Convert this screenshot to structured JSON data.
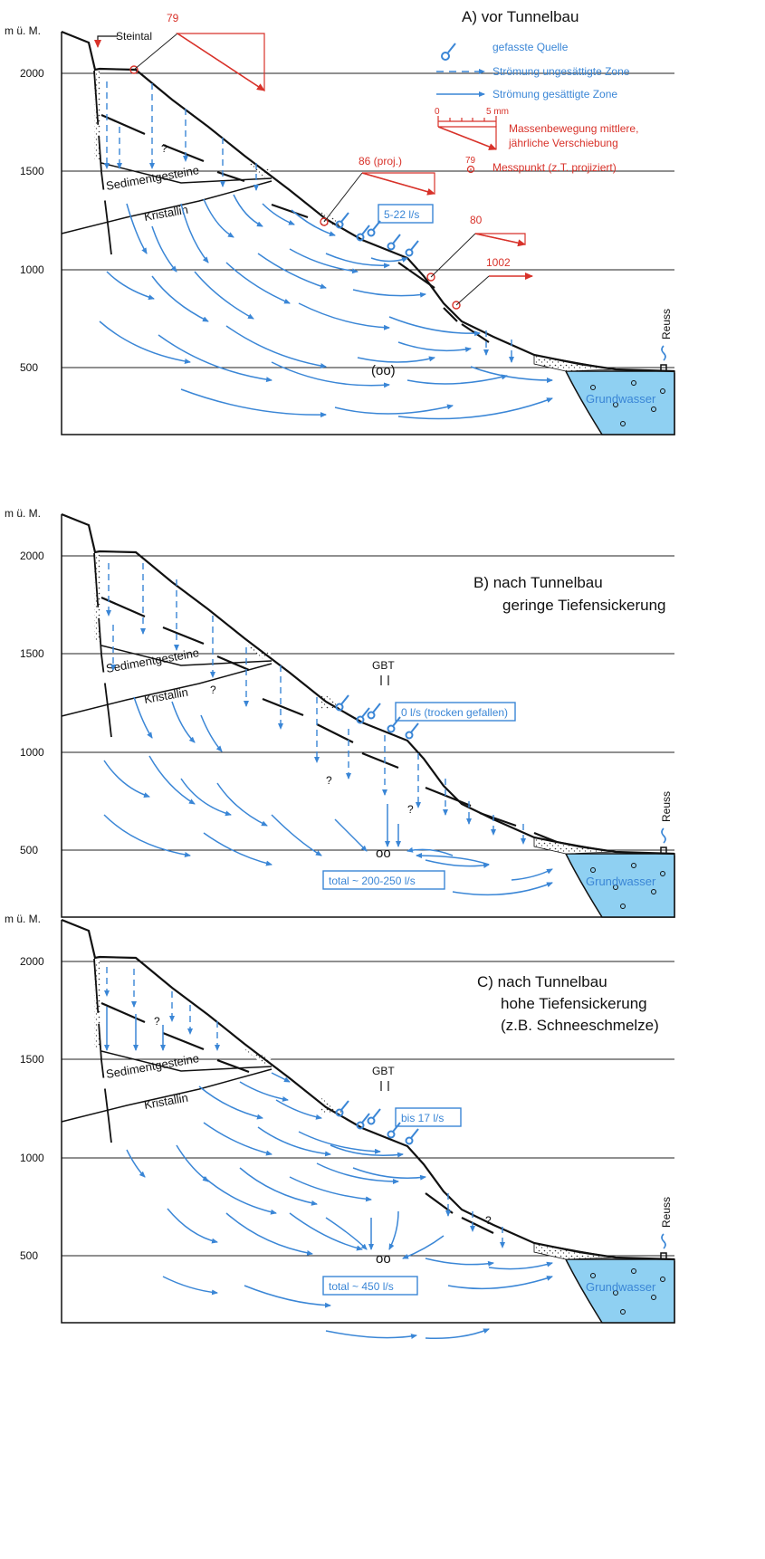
{
  "figure": {
    "unit_label": "m ü. M.",
    "elevation_ticks": [
      "2000",
      "1500",
      "1000",
      "500"
    ],
    "reuss": "Reuss",
    "grundwasser": "Grundwasser",
    "sediment": "Sedimentgesteine",
    "kristallin": "Kristallin",
    "question_mark": "?"
  },
  "panel_a": {
    "title": "A) vor Tunnelbau",
    "steintal": "Steintal",
    "flow_box": "5-22 l/s",
    "tunnel_mark": "(oo)",
    "points": [
      "79",
      "86 (proj.)",
      "80",
      "1002"
    ],
    "legend": {
      "spring": "gefasste Quelle",
      "unsaturated": "Strömung ungesättigte Zone",
      "saturated": "Strömung gesättigte Zone",
      "scale_start": "0",
      "scale_end": "5 mm",
      "movement_line1": "Massenbewegung mittlere,",
      "movement_line2": "jährliche Verschiebung",
      "point_num": "79",
      "point_label": "Messpunkt (z.T. projiziert)"
    }
  },
  "panel_b": {
    "title_line1": "B) nach Tunnelbau",
    "title_line2": "geringe Tiefensickerung",
    "gbt": "GBT",
    "flow_box": "0 l/s (trocken gefallen)",
    "total_box": "total ~ 200-250 l/s",
    "tunnel_mark": "oo"
  },
  "panel_c": {
    "title_line1": "C) nach Tunnelbau",
    "title_line2": "hohe Tiefensickerung",
    "title_line3": "(z.B. Schneeschmelze)",
    "gbt": "GBT",
    "flow_box": "bis 17 l/s",
    "total_box": "total ~ 450 l/s",
    "tunnel_mark": "oo"
  },
  "colors": {
    "flow_blue": "#3a86d6",
    "groundwater_fill": "#8fd0f2",
    "movement_red": "#d8322a",
    "line_dark": "#111111"
  }
}
